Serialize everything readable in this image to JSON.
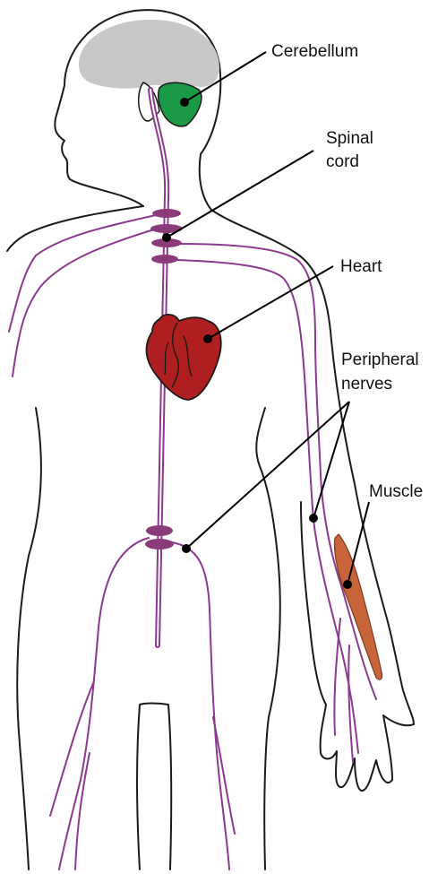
{
  "labels": {
    "cerebellum": "Cerebellum",
    "spinal_cord_line1": "Spinal",
    "spinal_cord_line2": "cord",
    "heart": "Heart",
    "peripheral_line1": "Peripheral",
    "peripheral_line2": "nerves",
    "muscle": "Muscle"
  },
  "colors": {
    "outline": "#1a1a1a",
    "brain": "#c8c8c8",
    "cerebellum": "#1a9a45",
    "nerve": "#8b3a8f",
    "ganglion": "#8b3a7a",
    "heart": "#b01f1f",
    "muscle": "#c8643a",
    "leader": "#000000"
  }
}
